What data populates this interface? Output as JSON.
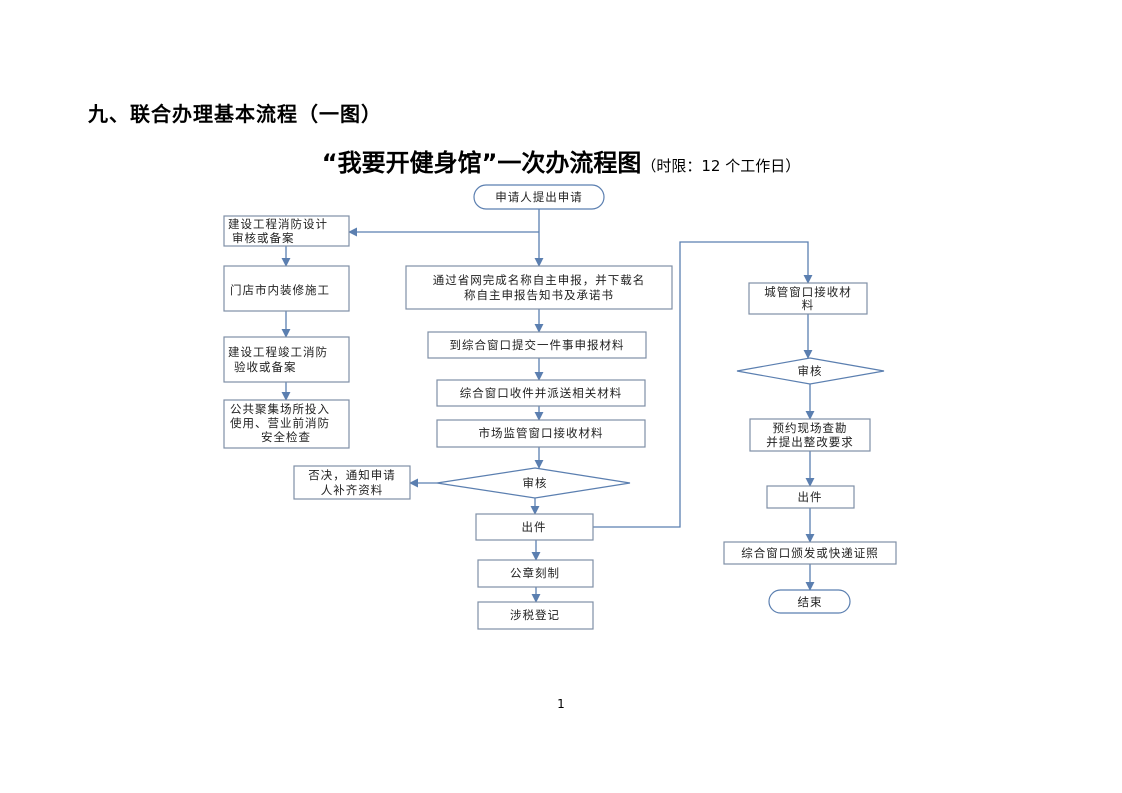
{
  "section_heading": "九、联合办理基本流程（一图）",
  "chart_title": "“我要开健身馆”一次办流程图",
  "chart_subtitle": "（时限：12 个工作日）",
  "page_number": "1",
  "nodes": {
    "start": "申请人提出申请",
    "fire_design": [
      "建设工程消防设计",
      "审核或备案"
    ],
    "renovation": "门店市内装修施工",
    "fire_acceptance": [
      "建设工程竣工消防",
      "验收或备案"
    ],
    "public_safety": [
      "公共聚集场所投入",
      "使用、营业前消防",
      "安全检查"
    ],
    "online_declare": [
      "通过省网完成名称自主申报，并下载名",
      "称自主申报告知书及承诺书"
    ],
    "submit_window": "到综合窗口提交一件事申报材料",
    "dispatch": "综合窗口收件并派送相关材料",
    "market_receive": "市场监管窗口接收材料",
    "review_main": "审核",
    "reject": [
      "否决，通知申请",
      "人补齐资料"
    ],
    "issue_main": "出件",
    "seal": "公章刻制",
    "tax": "涉税登记",
    "urban_receive": [
      "城管窗口接收材",
      "料"
    ],
    "review_urban": "审核",
    "site_inspection": [
      "预约现场查勘",
      "并提出整改要求"
    ],
    "issue_urban": "出件",
    "deliver": "综合窗口颁发或快递证照",
    "end": "结束"
  }
}
